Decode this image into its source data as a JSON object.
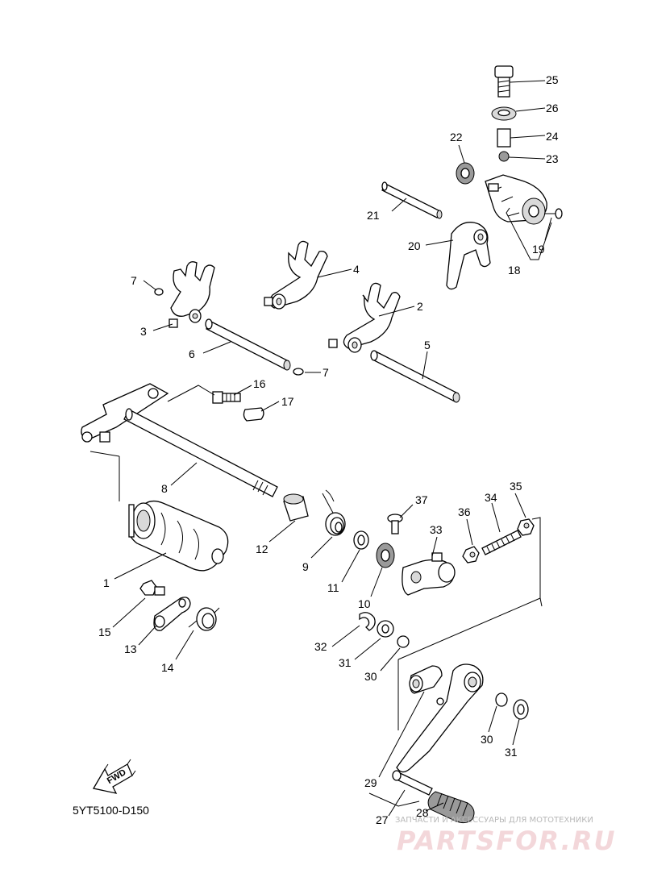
{
  "diagram": {
    "code": "5YT5100-D150",
    "fwd_label": "FWD",
    "callouts": [
      "25",
      "26",
      "24",
      "23",
      "22",
      "21",
      "20",
      "19",
      "18",
      "7",
      "4",
      "3",
      "2",
      "6",
      "5",
      "7",
      "16",
      "17",
      "8",
      "37",
      "35",
      "34",
      "36",
      "33",
      "12",
      "9",
      "1",
      "11",
      "10",
      "15",
      "13",
      "14",
      "32",
      "31",
      "30",
      "30",
      "31",
      "29",
      "27",
      "28"
    ]
  },
  "watermark": {
    "tagline": "ЗАПЧАСТИ И АКСЕССУАРЫ ДЛЯ МОТОТЕХНИКИ",
    "brand": "PARTSFOR.RU",
    "brand_color": "#d9505f"
  }
}
